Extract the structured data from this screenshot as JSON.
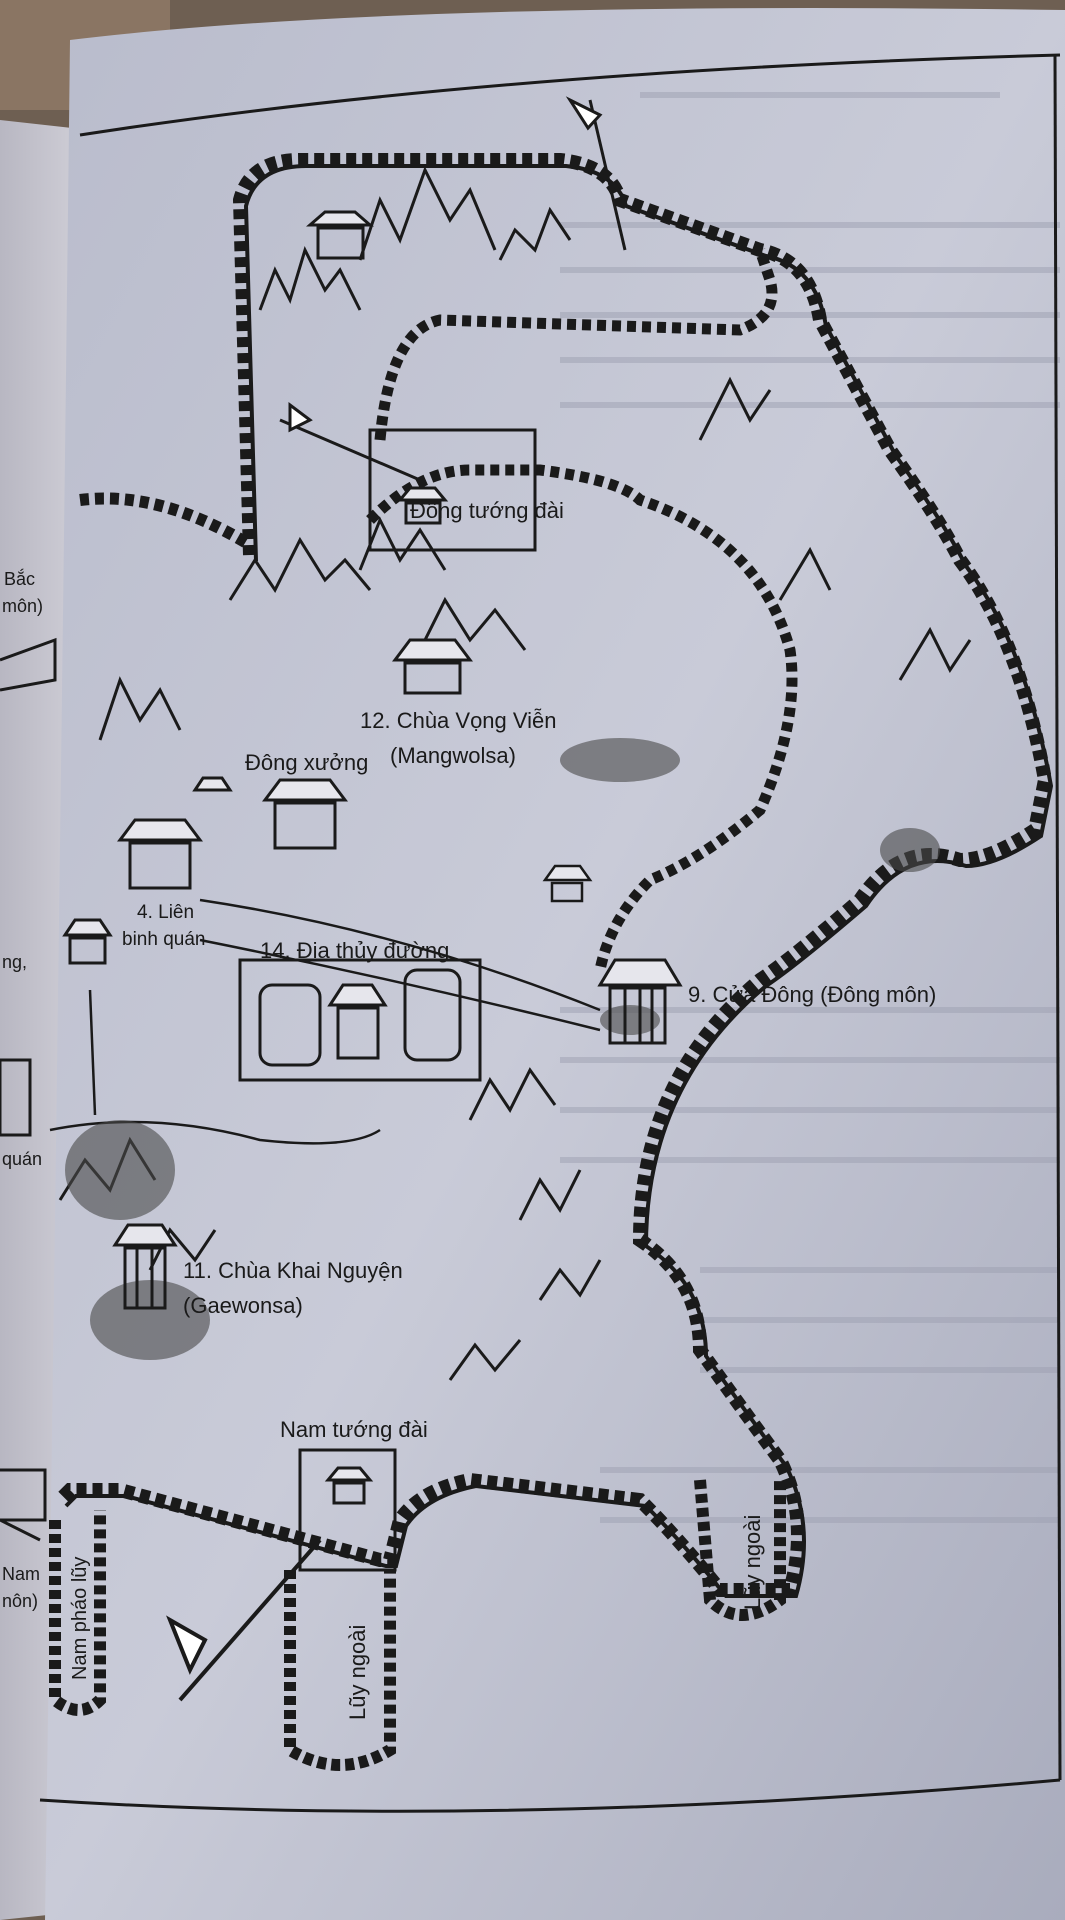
{
  "labels": {
    "dong_tuong_dai": "Đông tướng đài",
    "chua_vong_vien": "12. Chùa Vọng Viễn",
    "mangwolsa": "(Mangwolsa)",
    "dong_xuong": "Đông xưởng",
    "lien_1": "4. Liên",
    "lien_2": "binh quán",
    "dia_thuy_duong": "14. Địa thủy đường",
    "cua_dong": "9. Cửa Đông (Đông môn)",
    "chua_khai_nguyen": "11. Chùa Khai Nguyện",
    "gaewonsa": "(Gaewonsa)",
    "nam_tuong_dai": "Nam tướng đài",
    "luy_ngoai_left": "Lũy ngoài",
    "luy_ngoai_right": "Lũy ngoài",
    "nam_phao_luy": "Nam pháo lũy",
    "edge_bac": "Bắc",
    "edge_mon_1": "môn)",
    "edge_quan": "quán",
    "edge_nam": "Nam",
    "edge_mon_2": "nôn)",
    "edge_ng": "ng,"
  }
}
